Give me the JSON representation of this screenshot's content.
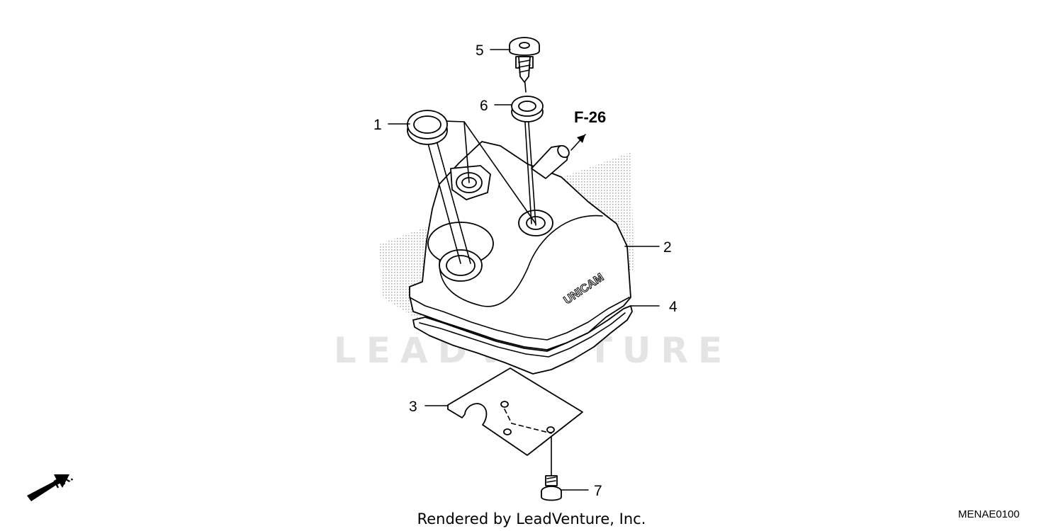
{
  "diagram": {
    "callouts": [
      {
        "id": "1",
        "label": "1"
      },
      {
        "id": "2",
        "label": "2"
      },
      {
        "id": "3",
        "label": "3"
      },
      {
        "id": "4",
        "label": "4"
      },
      {
        "id": "5",
        "label": "5"
      },
      {
        "id": "6",
        "label": "6"
      },
      {
        "id": "7",
        "label": "7"
      }
    ],
    "reference_label": "F-26",
    "embossed_text": "UNICAM",
    "front_indicator": "FR.",
    "watermark": "LEADVENTURE",
    "footer": "Rendered by LeadVenture, Inc.",
    "diagram_code": "MENAE0100",
    "colors": {
      "line": "#000000",
      "watermark": "#e4e4e4",
      "background": "#ffffff"
    }
  }
}
